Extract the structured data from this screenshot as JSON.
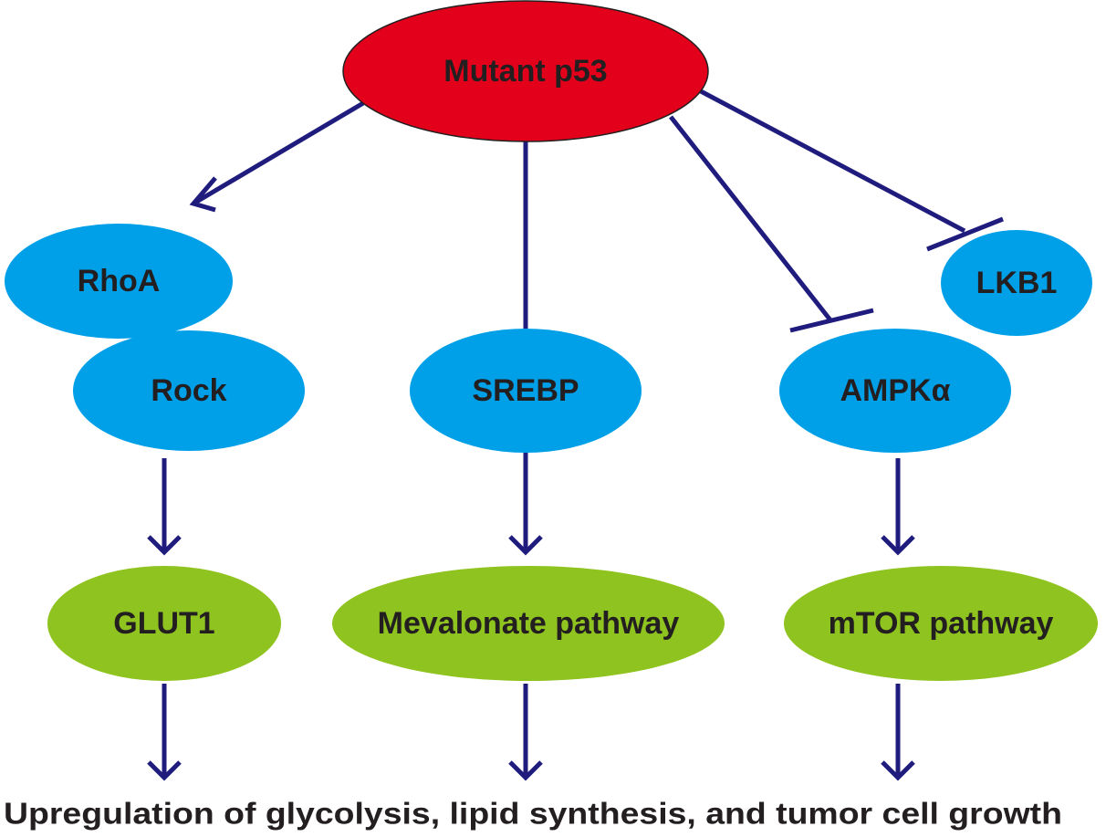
{
  "colors": {
    "root": "#e2001a",
    "mediator": "#00a0e9",
    "effector": "#8fc31f",
    "edge": "#1f1c7d",
    "text": "#231f20"
  },
  "nodes": {
    "mutant_p53": "Mutant p53",
    "rhoa": "RhoA",
    "rock": "Rock",
    "srebp": "SREBP",
    "ampk": "AMPKα",
    "lkb1": "LKB1",
    "glut1": "GLUT1",
    "mevalonate": "Mevalonate pathway",
    "mtor": "mTOR pathway"
  },
  "edges": [
    {
      "from": "mutant_p53",
      "to": "rhoa",
      "type": "activation"
    },
    {
      "from": "mutant_p53",
      "to": "srebp",
      "type": "association"
    },
    {
      "from": "mutant_p53",
      "to": "ampk",
      "type": "inhibition"
    },
    {
      "from": "mutant_p53",
      "to": "lkb1",
      "type": "inhibition"
    },
    {
      "from": "rock",
      "to": "glut1",
      "type": "activation"
    },
    {
      "from": "srebp",
      "to": "mevalonate",
      "type": "activation"
    },
    {
      "from": "ampk",
      "to": "mtor",
      "type": "activation"
    },
    {
      "from": "glut1",
      "to": "outcome",
      "type": "activation"
    },
    {
      "from": "mevalonate",
      "to": "outcome",
      "type": "activation"
    },
    {
      "from": "mtor",
      "to": "outcome",
      "type": "activation"
    }
  ],
  "outcome": "Upregulation of glycolysis, lipid synthesis, and tumor cell growth"
}
